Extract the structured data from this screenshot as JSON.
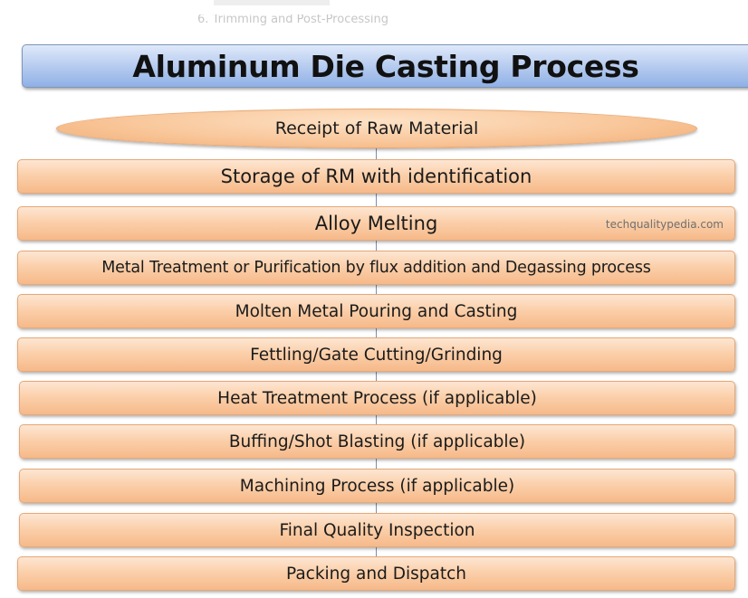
{
  "ghost_text": "6. Trimming and Post-Processing",
  "title": "Aluminum Die Casting Process",
  "watermark": "techqualitypedia.com",
  "start": "Receipt of Raw Material",
  "steps": [
    "Storage of RM with identification",
    "Alloy Melting",
    "Metal Treatment or Purification by flux addition and Degassing process",
    "Molten Metal Pouring and Casting",
    "Fettling/Gate Cutting/Grinding",
    "Heat Treatment Process (if applicable)",
    "Buffing/Shot Blasting (if applicable)",
    "Machining Process (if applicable)",
    "Final Quality Inspection",
    "Packing and Dispatch"
  ],
  "colors": {
    "title_box": "#b7ccef",
    "step_box": "#fbd0ab",
    "step_border": "#e6a877",
    "connector": "#7a8fb0"
  }
}
